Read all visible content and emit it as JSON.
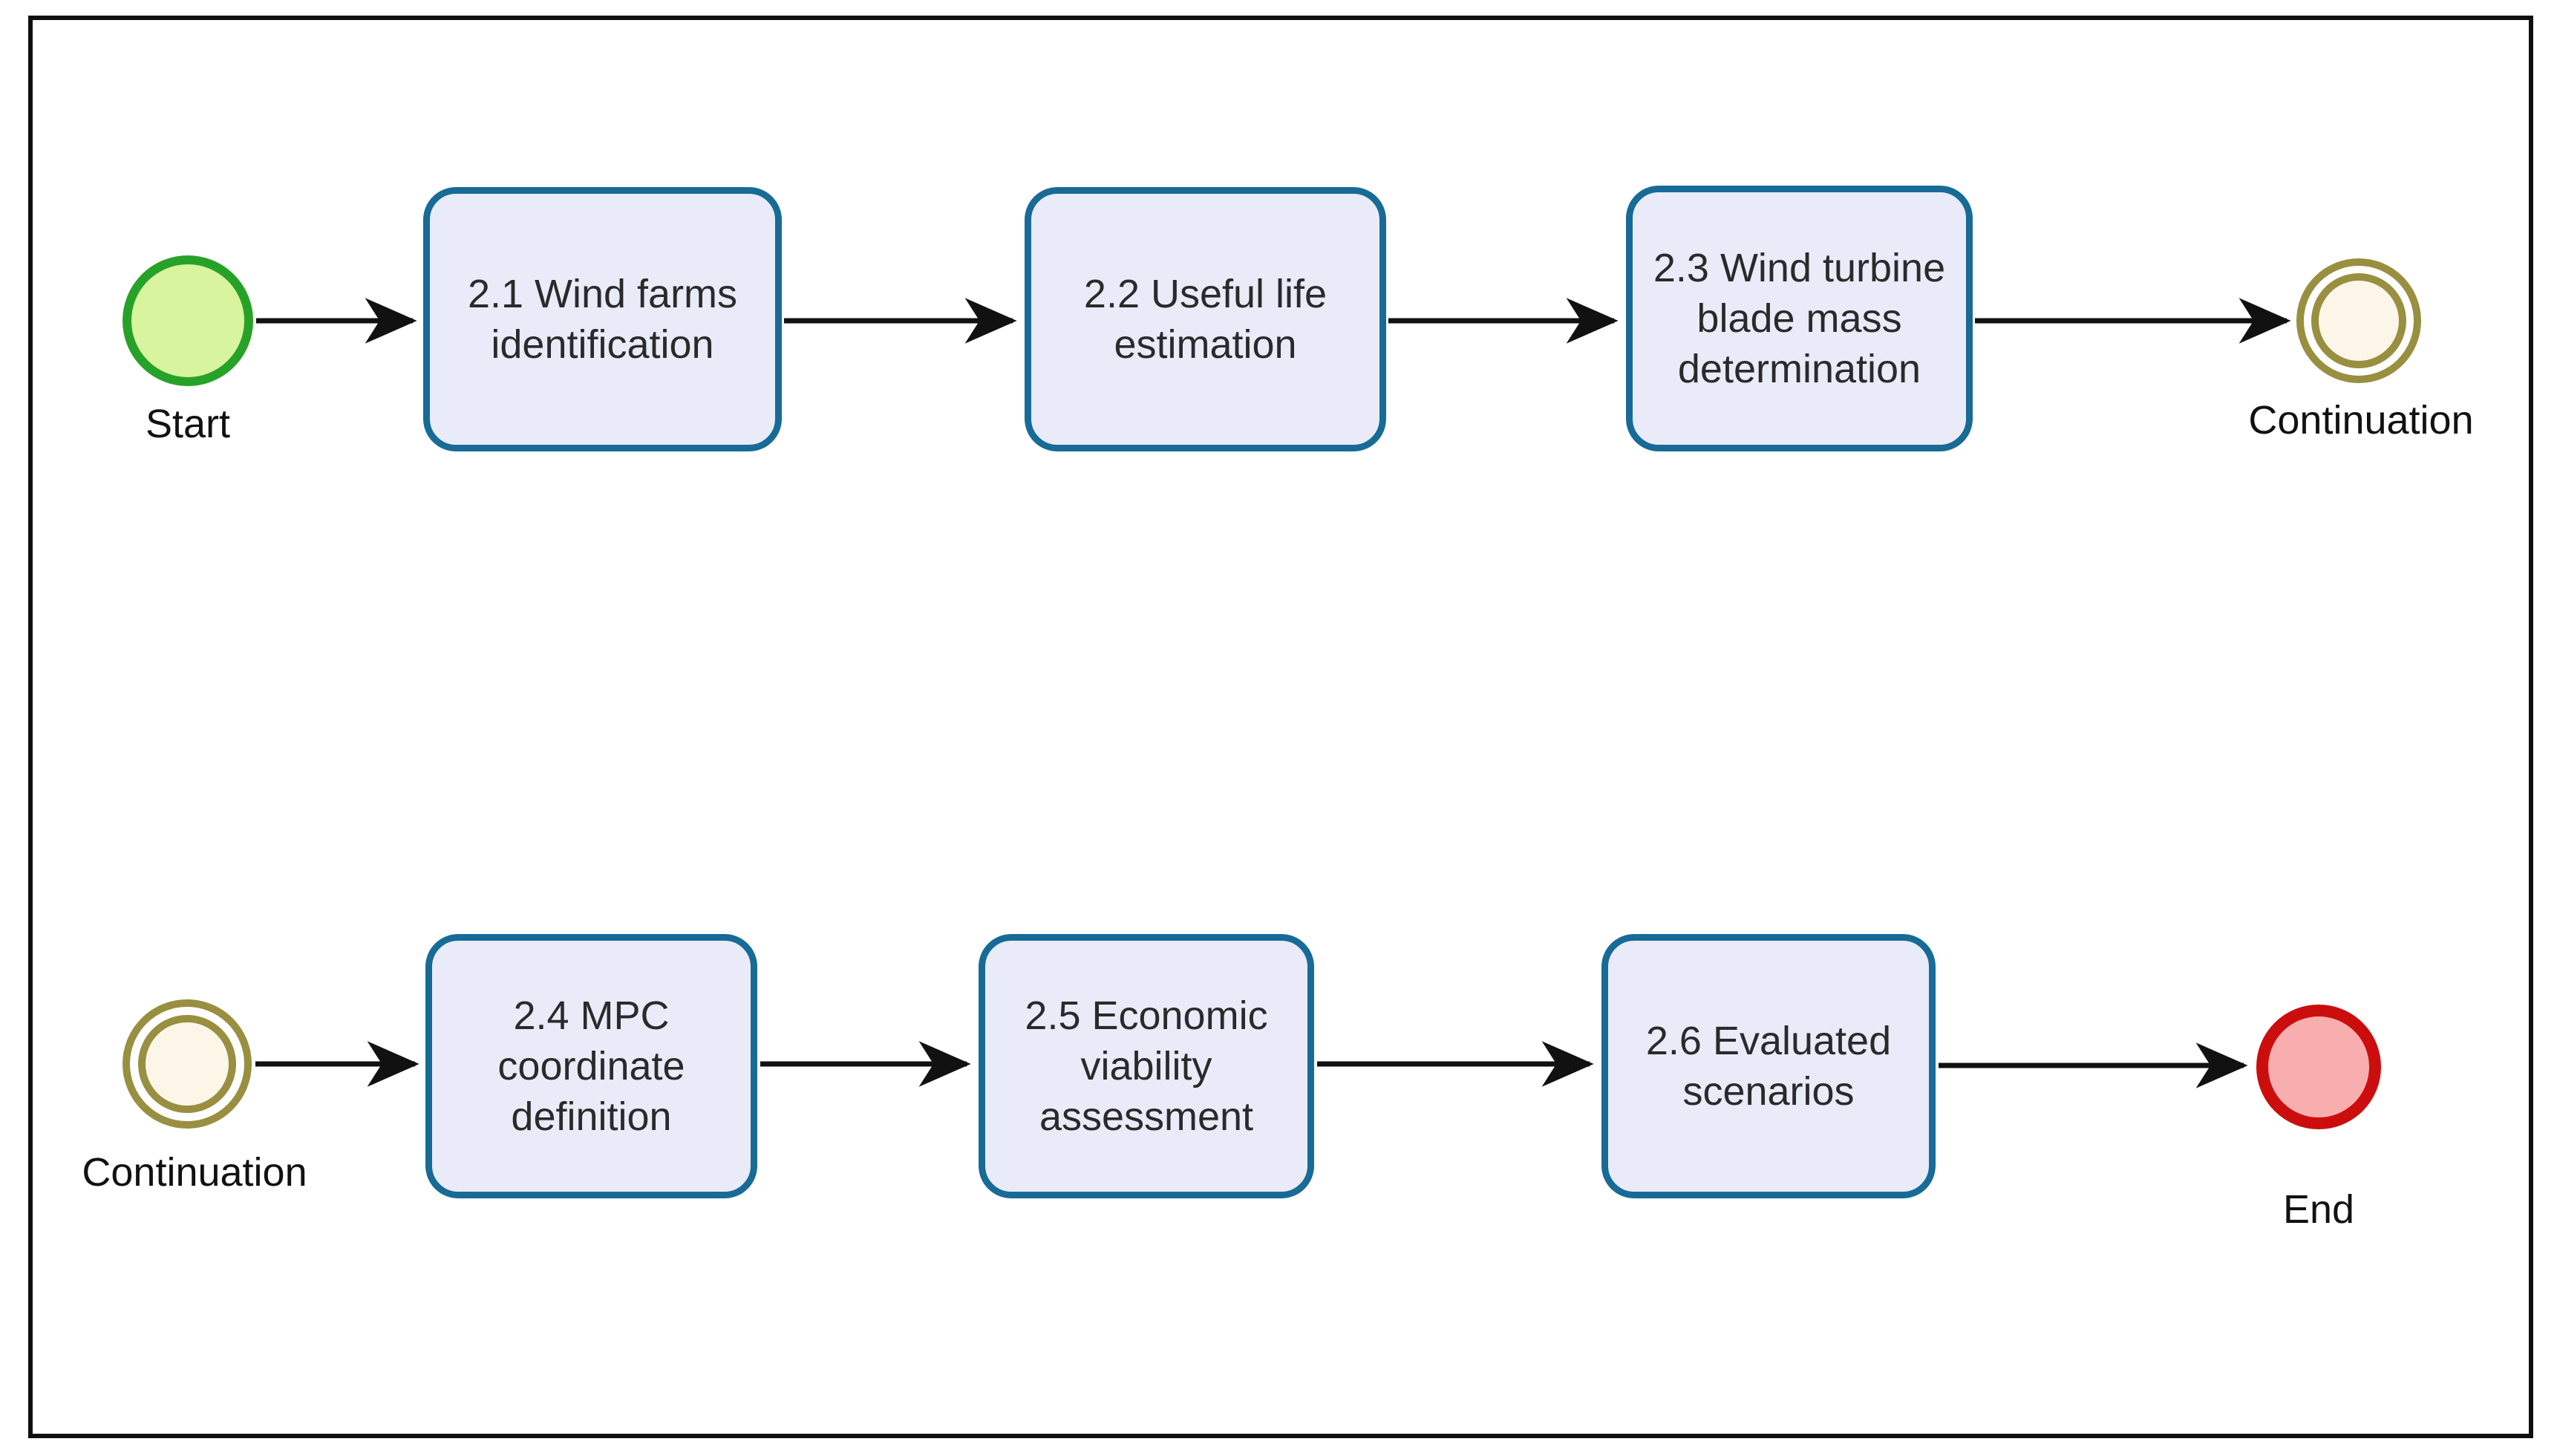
{
  "diagram": {
    "kind": "bpmn-flowchart",
    "background": "#ffffff",
    "frame_color": "#0f0f0f"
  },
  "colors": {
    "task_fill": "#e9ebf8",
    "task_border": "#176b96",
    "task_text": "#2a2a2a",
    "start_fill": "#d8f49e",
    "start_border": "#27a228",
    "continuation_fill": "#fbf6e7",
    "continuation_border": "#988f40",
    "end_fill": "#f8aeae",
    "end_border": "#cc0d0d",
    "arrow": "#111111",
    "label_text": "#111111"
  },
  "events": {
    "start": {
      "label": "Start",
      "shape": "circle"
    },
    "continuation_top": {
      "label": "Continuation",
      "shape": "double-circle"
    },
    "continuation_bottom": {
      "label": "Continuation",
      "shape": "double-circle"
    },
    "end": {
      "label": "End",
      "shape": "circle"
    }
  },
  "tasks": [
    {
      "id": "2.1",
      "label": "2.1 Wind farms identification",
      "lines": [
        "2.1 Wind farms",
        "identification"
      ]
    },
    {
      "id": "2.2",
      "label": "2.2 Useful life estimation",
      "lines": [
        "2.2 Useful life",
        "estimation"
      ]
    },
    {
      "id": "2.3",
      "label": "2.3 Wind turbine blade mass determination",
      "lines": [
        "2.3 Wind turbine",
        "blade mass",
        "determination"
      ]
    },
    {
      "id": "2.4",
      "label": "2.4 MPC coordinate definition",
      "lines": [
        "2.4 MPC",
        "coordinate",
        "definition"
      ]
    },
    {
      "id": "2.5",
      "label": "2.5 Economic viability assessment",
      "lines": [
        "2.5 Economic",
        "viability",
        "assessment"
      ]
    },
    {
      "id": "2.6",
      "label": "2.6 Evaluated scenarios",
      "lines": [
        "2.6 Evaluated",
        "scenarios"
      ]
    }
  ],
  "flow": [
    {
      "from": "Start",
      "to": "2.1 Wind farms identification"
    },
    {
      "from": "2.1 Wind farms identification",
      "to": "2.2 Useful life estimation"
    },
    {
      "from": "2.2 Useful life estimation",
      "to": "2.3 Wind turbine blade mass determination"
    },
    {
      "from": "2.3 Wind turbine blade mass determination",
      "to": "Continuation"
    },
    {
      "from": "Continuation",
      "to": "2.4 MPC coordinate definition"
    },
    {
      "from": "2.4 MPC coordinate definition",
      "to": "2.5 Economic viability assessment"
    },
    {
      "from": "2.5 Economic viability assessment",
      "to": "2.6 Evaluated scenarios"
    },
    {
      "from": "2.6 Evaluated scenarios",
      "to": "End"
    }
  ]
}
